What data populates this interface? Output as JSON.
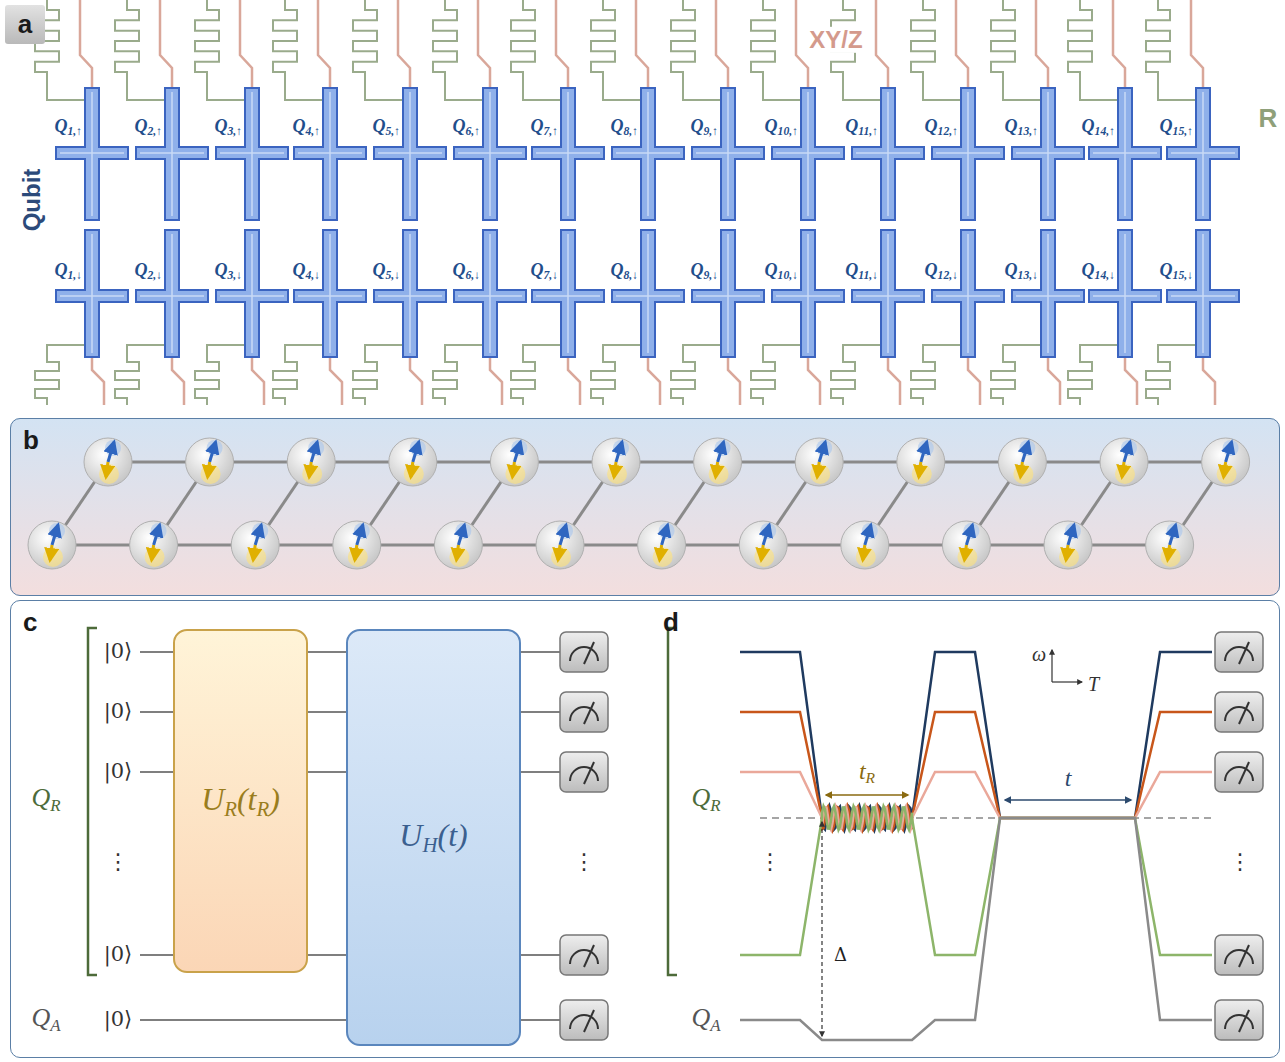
{
  "diagram": {
    "nodes": [
      {
        "text": [
          "a"
        ]
      },
      {
        "text": [
          "b"
        ]
      },
      {
        "text": [
          "c",
          "d"
        ]
      },
      {
        "text": [
          "UR(tR)"
        ],
        "in": 2
      },
      {
        "text": [
          "UH(t)"
        ],
        "in": 2
      }
    ],
    "edges": [
      {
        "from": 3,
        "to": 4,
        "arrow": "none"
      },
      {
        "from": 3,
        "to": 4,
        "arrow": "none"
      },
      {
        "from": 3,
        "to": 4,
        "arrow": "none"
      },
      {
        "from": 3,
        "to": 4,
        "arrow": "none"
      }
    ],
    "labels": [
      "XY/Z",
      "Qubit",
      "R",
      "Q1,↑",
      "Q2,↑",
      "Q3,↑",
      "Q4,↑",
      "Q5,↑",
      "Q6,↑",
      "Q7,↑",
      "Q8,↑",
      "Q9,↑",
      "Q10,↑",
      "Q11,↑",
      "Q12,↑",
      "Q13,↑",
      "Q14,↑",
      "Q15,↑",
      "Q1,↓",
      "Q2,↓",
      "Q3,↓",
      "Q4,↓",
      "Q5,↓",
      "Q6,↓",
      "Q7,↓",
      "Q8,↓",
      "Q9,↓",
      "Q10,↓",
      "Q11,↓",
      "Q12,↓",
      "Q13,↓",
      "Q14,↓",
      "Q15,↓",
      "|0⟩",
      "|0⟩",
      "|0⟩",
      "|0⟩",
      "|0⟩",
      "⋮",
      "⋮",
      "QR",
      "QA",
      "ω",
      "T",
      "tR",
      "t",
      "Δ",
      "⋮",
      "⋮",
      "QR",
      "QA"
    ]
  }
}
